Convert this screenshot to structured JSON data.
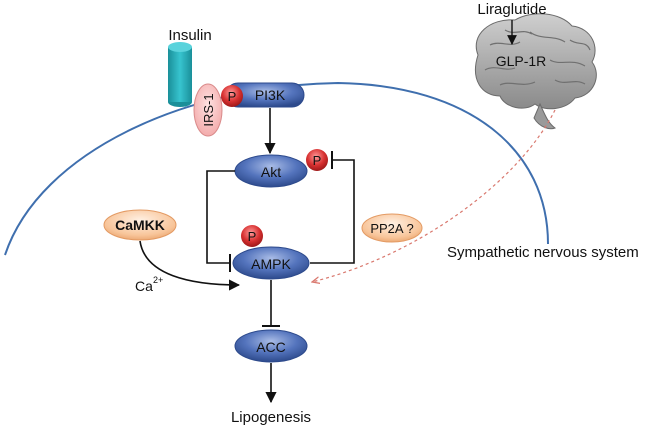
{
  "labels": {
    "insulin": "Insulin",
    "irs1": "IRS-1",
    "pi3k": "PI3K",
    "akt": "Akt",
    "ampk": "AMPK",
    "acc": "ACC",
    "camkk": "CaMKK",
    "ca_base": "Ca",
    "ca_sup": "2+",
    "pp2a": "PP2A ?",
    "lipogenesis": "Lipogenesis",
    "liraglutide": "Liraglutide",
    "glp1r": "GLP-1R",
    "sns": "Sympathetic nervous system",
    "phospho": "P"
  },
  "colors": {
    "node_blue": "#3e5ea8",
    "phospho_red": "#cc2b2b",
    "receptor_teal": "#2bb5c0",
    "irs_pink": "#f6b8b8",
    "orange_node": "#f9c9a0",
    "dashed_red": "#d9786e",
    "membrane": "#3f6fae"
  }
}
